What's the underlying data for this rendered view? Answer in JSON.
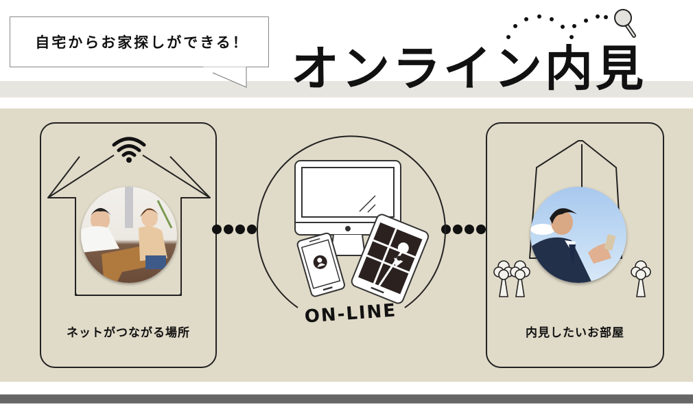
{
  "header": {
    "bubble_text": "自宅からお家探しができる！",
    "title": "オンライン内見"
  },
  "left_card": {
    "label": "ネットがつながる場所",
    "icons": [
      "wifi-icon",
      "house-icon",
      "couple-photo"
    ]
  },
  "center": {
    "label": "ON-LINE",
    "icons": [
      "monitor-icon",
      "smartphone-icon",
      "tablet-map-icon",
      "map-pin-icon",
      "user-avatar-icon"
    ]
  },
  "right_card": {
    "label": "内見したいお部屋",
    "icons": [
      "house-outline-icon",
      "tree-icon",
      "businessman-photo"
    ]
  },
  "colors": {
    "panel_bg": "#e0dac8",
    "band": "#e7e5df",
    "line": "#222222",
    "bottom_bar": "#666666"
  }
}
